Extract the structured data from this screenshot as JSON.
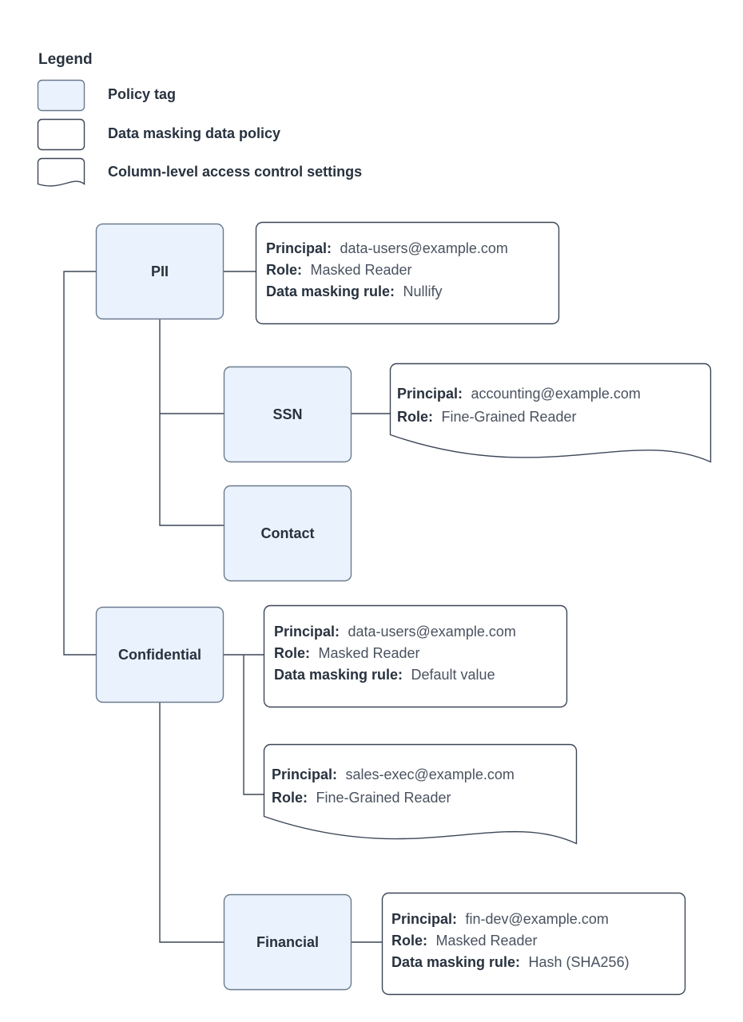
{
  "legend": {
    "title": "Legend",
    "items": [
      {
        "shape": "policy-tag-swatch",
        "label": "Policy tag"
      },
      {
        "shape": "data-masking-policy-swatch",
        "label": "Data masking data policy"
      },
      {
        "shape": "column-level-access-swatch",
        "label": "Column-level access control settings"
      }
    ]
  },
  "colors": {
    "tag_fill": "#eaf2fd",
    "tag_stroke": "#6b7b8e",
    "policy_fill": "#ffffff",
    "policy_stroke": "#3c4656",
    "key_text": "#28323f",
    "value_text": "#4a5260",
    "connector": "#3c4656"
  },
  "labels": {
    "principal": "Principal:",
    "role": "Role:",
    "masking_rule": "Data masking rule:"
  },
  "tags": {
    "pii": "PII",
    "ssn": "SSN",
    "contact": "Contact",
    "confidential": "Confidential",
    "financial": "Financial"
  },
  "policies": {
    "pii": {
      "kind": "data-masking-policy",
      "principal": "data-users@example.com",
      "role": "Masked Reader",
      "masking_rule": "Nullify"
    },
    "ssn": {
      "kind": "column-level-access",
      "principal": "accounting@example.com",
      "role": "Fine-Grained Reader",
      "masking_rule": null
    },
    "confidential": {
      "kind": "data-masking-policy",
      "principal": "data-users@example.com",
      "role": "Masked Reader",
      "masking_rule": "Default value"
    },
    "confidential_access": {
      "kind": "column-level-access",
      "principal": "sales-exec@example.com",
      "role": "Fine-Grained Reader",
      "masking_rule": null
    },
    "financial": {
      "kind": "data-masking-policy",
      "principal": "fin-dev@example.com",
      "role": "Masked Reader",
      "masking_rule": "Hash (SHA256)"
    }
  }
}
